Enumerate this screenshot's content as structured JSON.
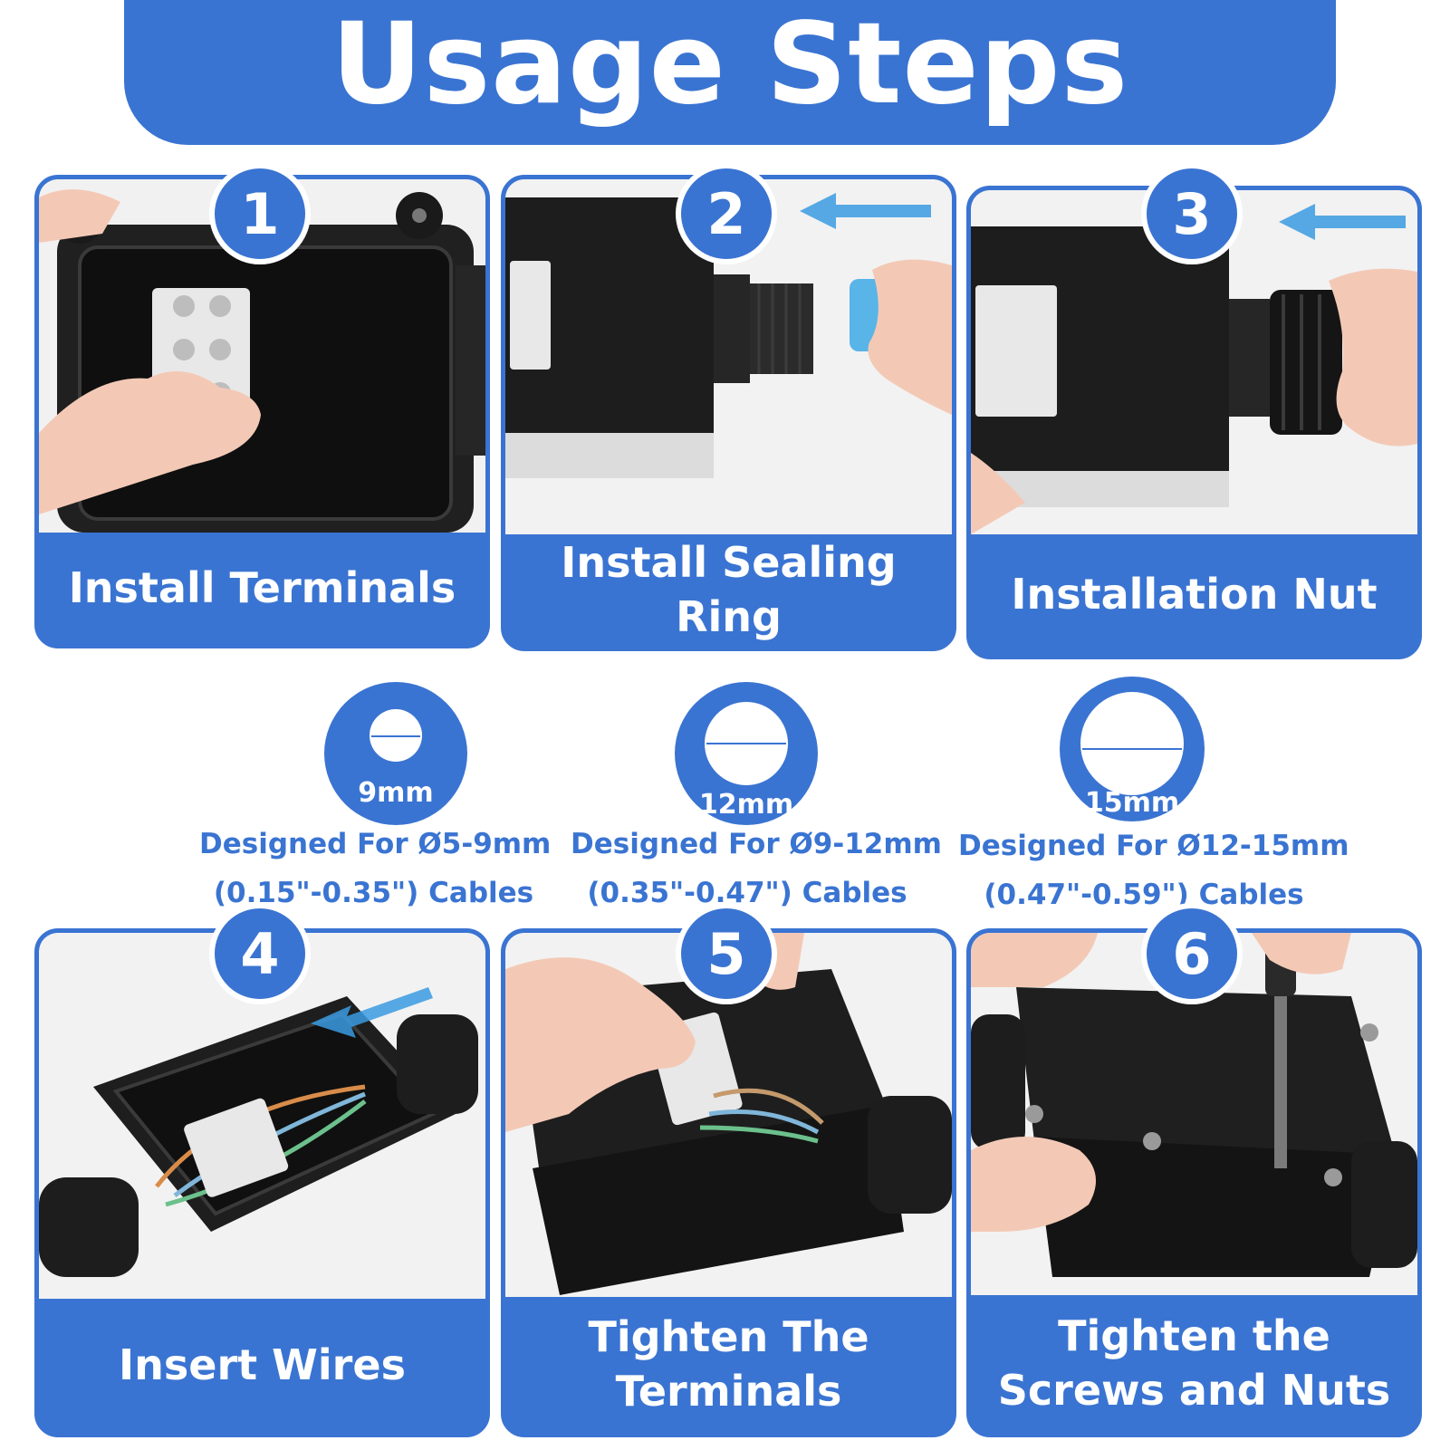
{
  "title": "Usage Steps",
  "steps": [
    {
      "number": "1",
      "label": "Install Terminals",
      "photo_icon": "junction-box-terminal-icon"
    },
    {
      "number": "2",
      "label": "Install Sealing Ring",
      "photo_icon": "sealing-ring-icon"
    },
    {
      "number": "3",
      "label": "Installation Nut",
      "photo_icon": "gland-nut-icon"
    },
    {
      "number": "4",
      "label": "Insert Wires",
      "photo_icon": "wires-icon"
    },
    {
      "number": "5",
      "label": "Tighten The Terminals",
      "photo_icon": "terminal-block-icon"
    },
    {
      "number": "6",
      "label": "Tighten the Screws and Nuts",
      "photo_icon": "screwdriver-icon"
    }
  ],
  "rings": [
    {
      "size": "9mm",
      "line1": "Designed For Ø5-9mm",
      "line2": "(0.15\"-0.35\") Cables"
    },
    {
      "size": "12mm",
      "line1": "Designed For Ø9-12mm",
      "line2": "(0.35\"-0.47\") Cables"
    },
    {
      "size": "15mm",
      "line1": "Designed For Ø12-15mm",
      "line2": "(0.47\"-0.59\") Cables"
    }
  ],
  "colors": {
    "accent": "#3a74d2",
    "background": "#ffffff",
    "box": "#1c1c1c"
  }
}
